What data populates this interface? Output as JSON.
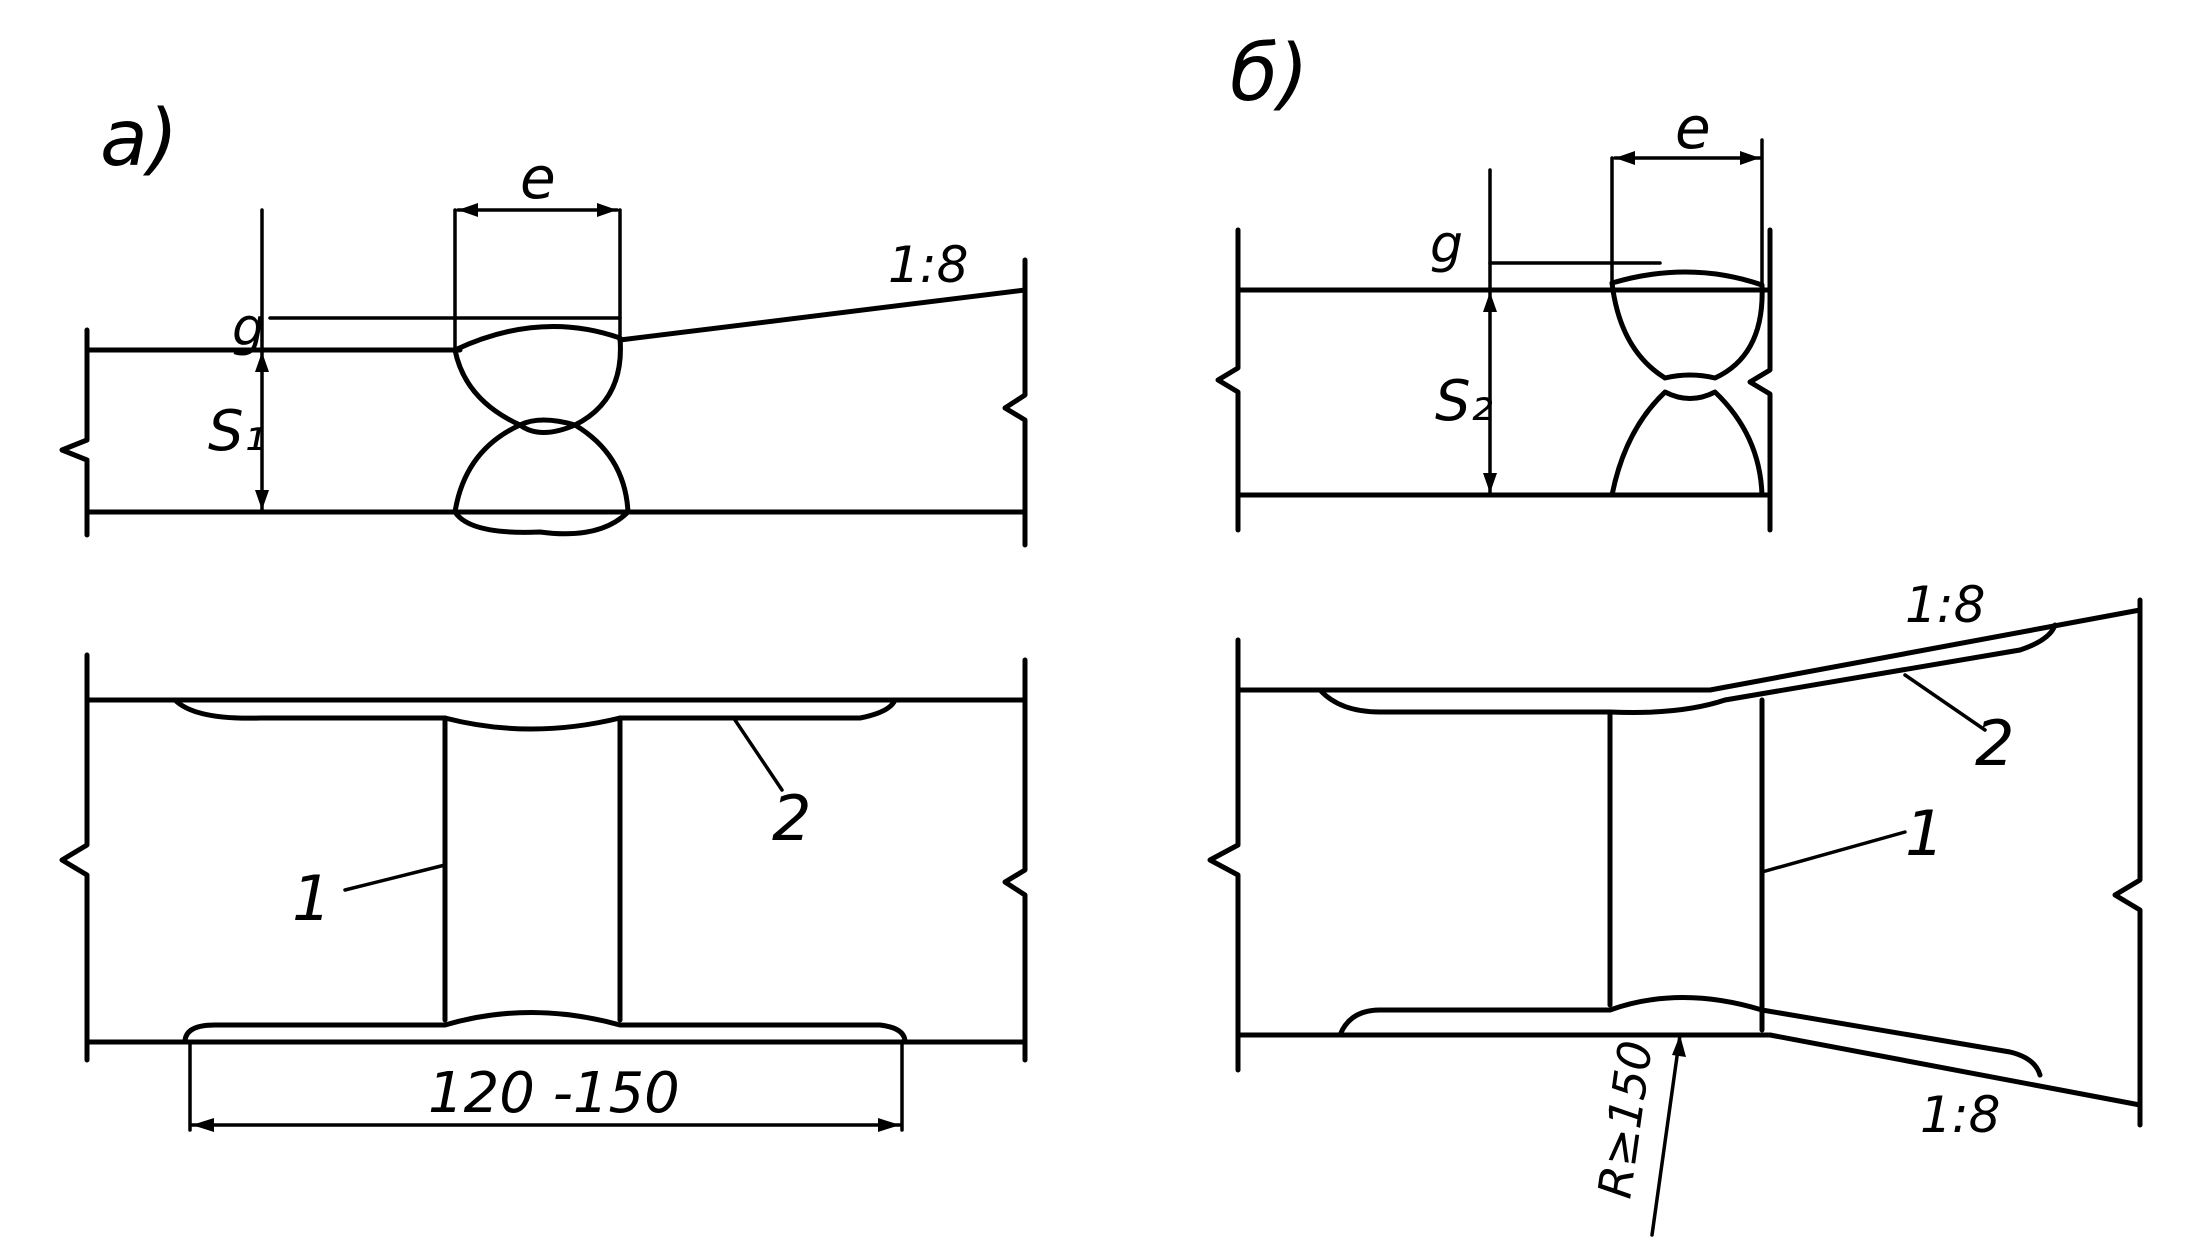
{
  "panel_a": {
    "label": "а)",
    "dim_e": "e",
    "dim_g": "g",
    "dim_s": "S₁",
    "slope": "1:8",
    "callout_1": "1",
    "callout_2": "2",
    "length": "120 -150"
  },
  "panel_b": {
    "label": "б)",
    "dim_e": "e",
    "dim_g": "g",
    "dim_s": "S₂",
    "slope_top": "1:8",
    "slope_bottom": "1:8",
    "callout_1": "1",
    "callout_2": "2",
    "radius": "R≥150"
  }
}
